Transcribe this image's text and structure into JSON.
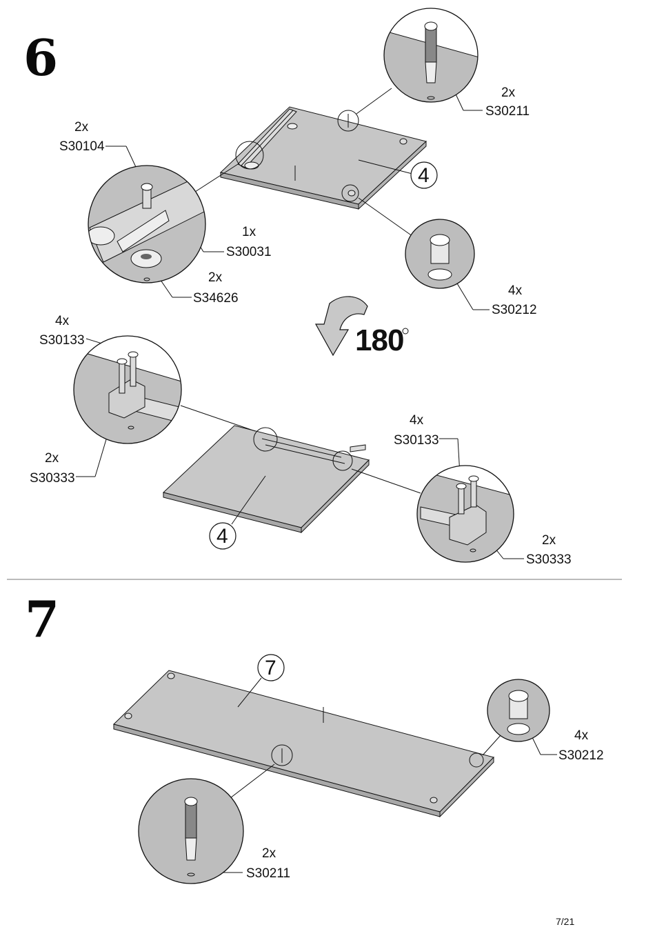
{
  "steps": {
    "step6": {
      "number": "6",
      "panel_label": "4",
      "rotation": "180",
      "callouts": {
        "top_right_dowel": {
          "qty": "2x",
          "code": "S30211"
        },
        "top_left_screw": {
          "qty": "2x",
          "code": "S30104"
        },
        "rail": {
          "qty": "1x",
          "code": "S30031"
        },
        "spacer": {
          "qty": "2x",
          "code": "S34626"
        },
        "cam": {
          "qty": "4x",
          "code": "S30212"
        },
        "hinge_screws_left": {
          "qty": "4x",
          "code": "S30133"
        },
        "hinge_block_left": {
          "qty": "2x",
          "code": "S30333"
        },
        "hinge_screws_right": {
          "qty": "4x",
          "code": "S30133"
        },
        "hinge_block_right": {
          "qty": "2x",
          "code": "S30333"
        }
      },
      "flipped_panel_label": "4"
    },
    "step7": {
      "number": "7",
      "panel_label": "7",
      "callouts": {
        "cam": {
          "qty": "4x",
          "code": "S30212"
        },
        "dowel": {
          "qty": "2x",
          "code": "S30211"
        }
      }
    }
  },
  "footer": {
    "page": "7/21"
  },
  "colors": {
    "panel": "#c4c4c4",
    "panel_edge": "#9a9a9a",
    "detail_bg": "#bdbdbd",
    "line": "#111111"
  }
}
